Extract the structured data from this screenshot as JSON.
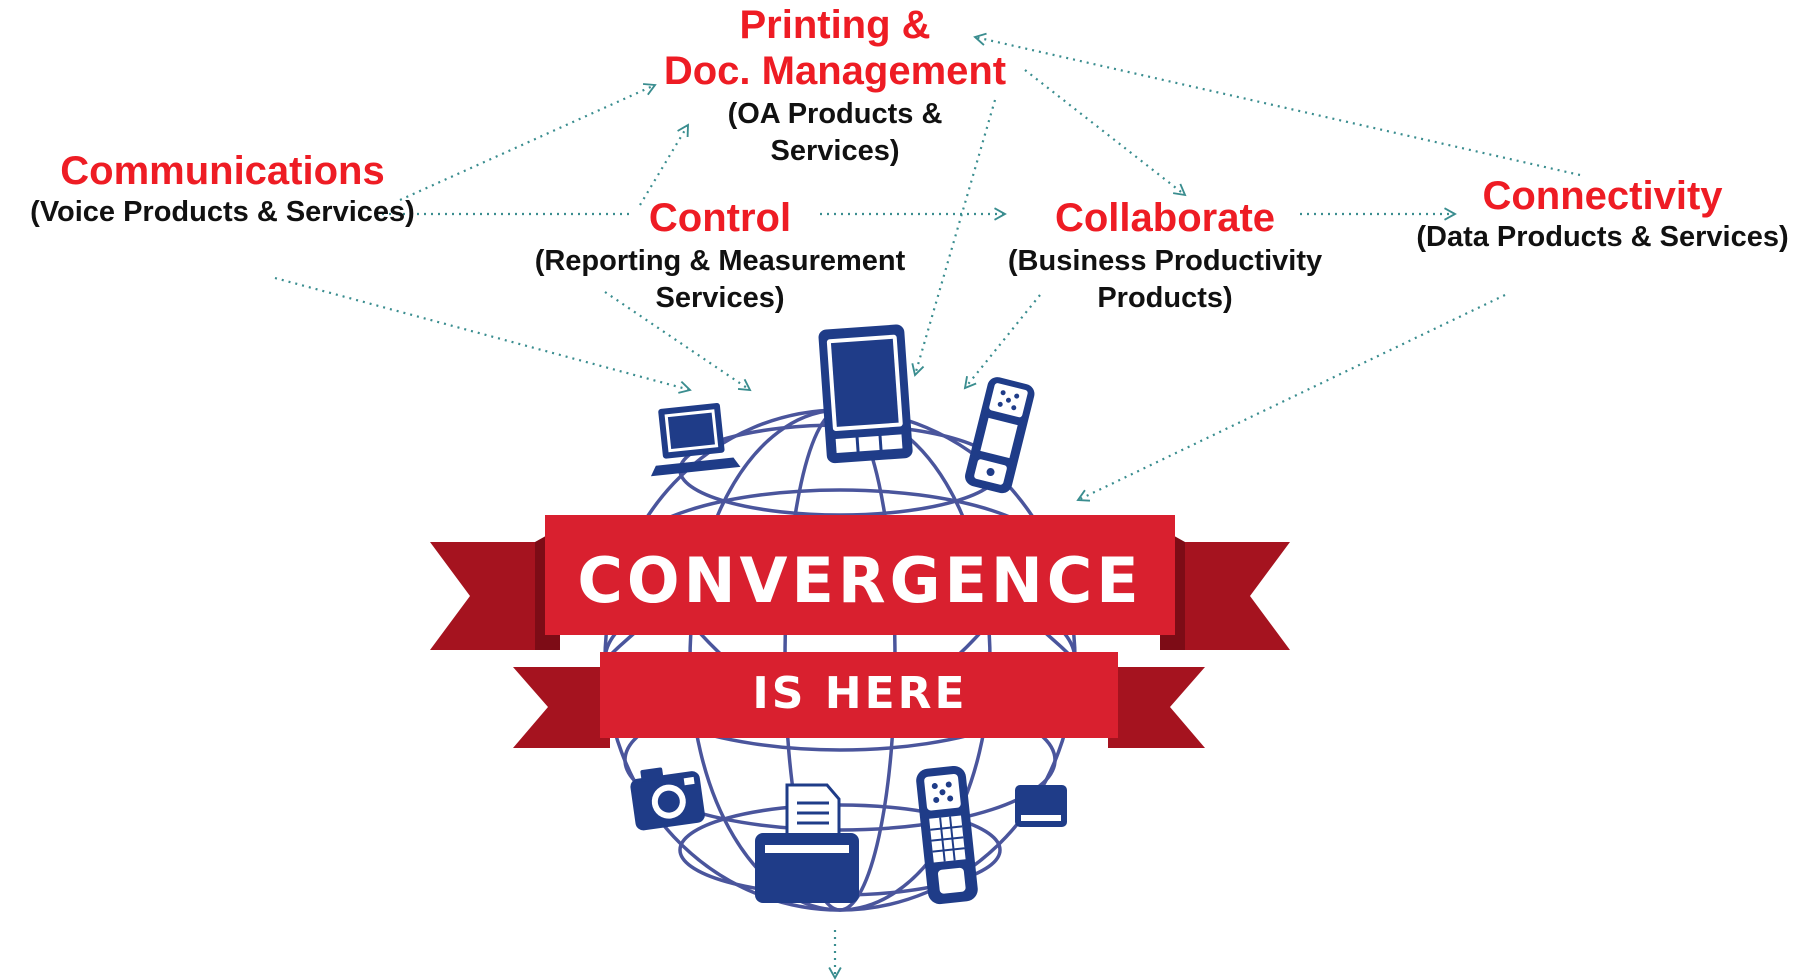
{
  "nodes": {
    "printing": {
      "title_line1": "Printing &",
      "title_line2": "Doc. Management",
      "sub_line1": "(OA Products &",
      "sub_line2": "Services)"
    },
    "communications": {
      "title": "Communications",
      "sub": "(Voice Products & Services)"
    },
    "control": {
      "title": "Control",
      "sub_line1": "(Reporting & Measurement",
      "sub_line2": "Services)"
    },
    "collaborate": {
      "title": "Collaborate",
      "sub_line1": "(Business Productivity",
      "sub_line2": "Products)"
    },
    "connectivity": {
      "title": "Connectivity",
      "sub": "(Data Products & Services)"
    }
  },
  "banner": {
    "line1": "CONVERGENCE",
    "line2": "IS HERE"
  },
  "colors": {
    "title_red": "#ee1c24",
    "banner_red": "#d9202f",
    "banner_dark": "#a5131f",
    "globe_lines": "#4a559c",
    "device_blue": "#1f3c88",
    "arrow_teal": "#3a8d8f"
  }
}
